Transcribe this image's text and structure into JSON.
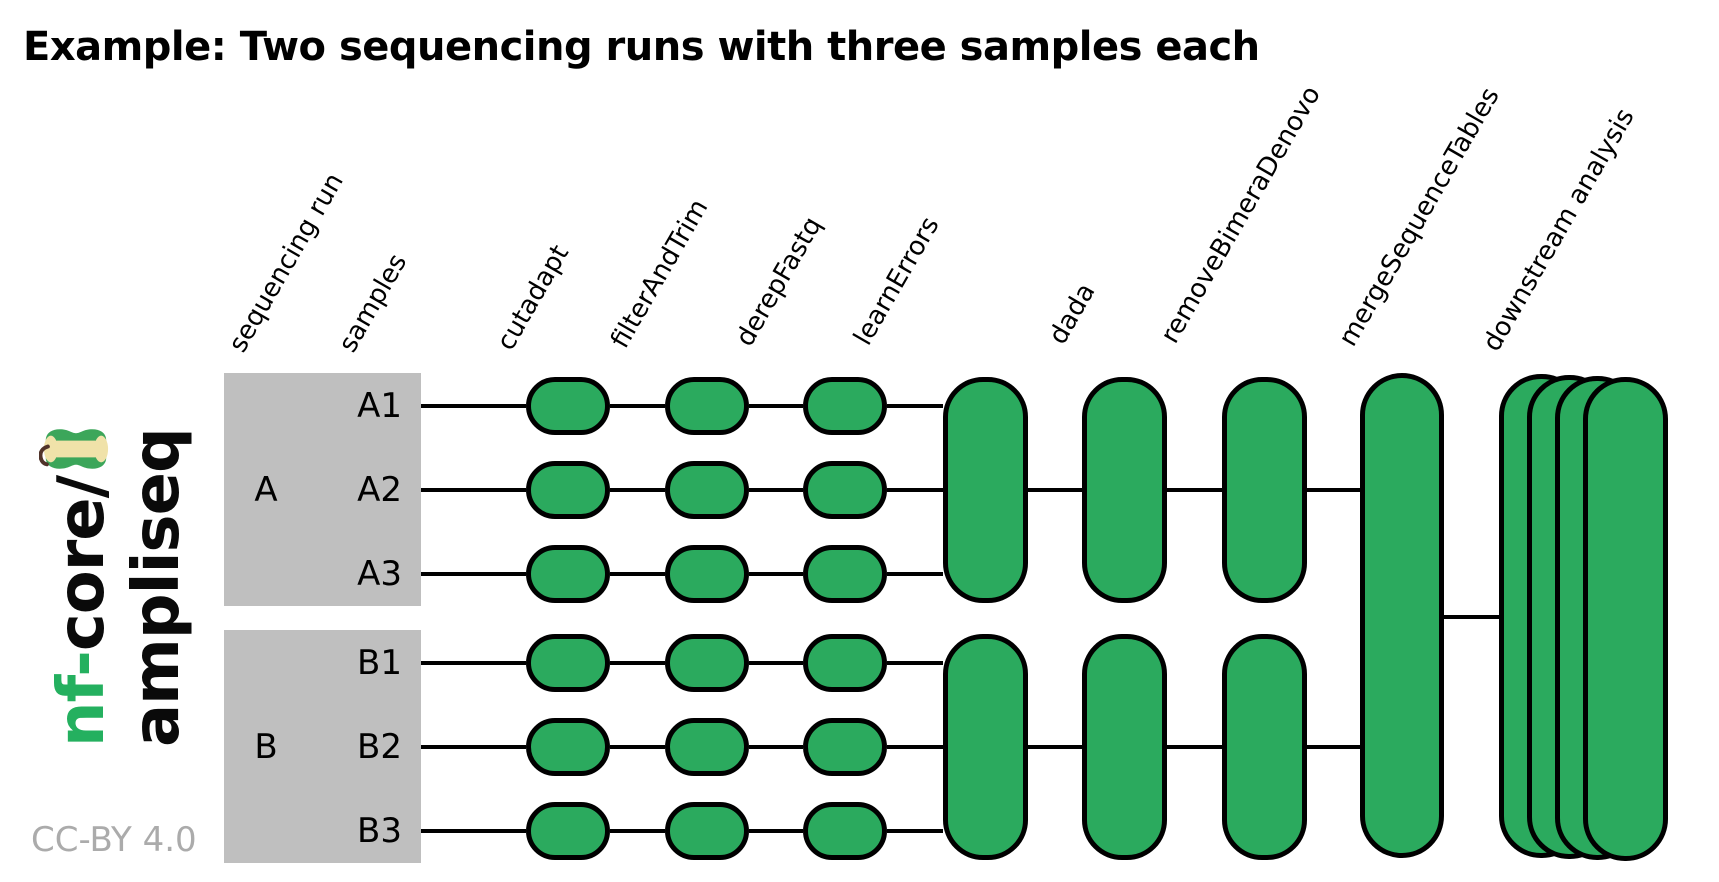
{
  "title": "Example: Two sequencing runs with three samples each",
  "license": "CC-BY 4.0",
  "logo": {
    "prefix": "nf-",
    "core": "core/",
    "pipeline": "ampliseq",
    "icon": "apple-core-icon"
  },
  "column_headers": [
    "sequencing run",
    "samples",
    "cutadapt",
    "filterAndTrim",
    "derepFastq",
    "learnErrors",
    "dada",
    "removeBimeraDenovo",
    "mergeSequenceTables",
    "downstream analysis"
  ],
  "runs": [
    {
      "id": "A",
      "samples": [
        "A1",
        "A2",
        "A3"
      ]
    },
    {
      "id": "B",
      "samples": [
        "B1",
        "B2",
        "B3"
      ]
    }
  ],
  "steps": [
    {
      "name": "cutadapt",
      "scope": "per-sample"
    },
    {
      "name": "filterAndTrim",
      "scope": "per-sample"
    },
    {
      "name": "derepFastq",
      "scope": "per-sample"
    },
    {
      "name": "learnErrors",
      "scope": "per-run"
    },
    {
      "name": "dada",
      "scope": "per-run"
    },
    {
      "name": "removeBimeraDenovo",
      "scope": "per-run"
    },
    {
      "name": "mergeSequenceTables",
      "scope": "merged"
    },
    {
      "name": "downstream analysis",
      "scope": "merged-stack",
      "stack_count": 4
    }
  ],
  "colors": {
    "pill_green": "#2BAA5E",
    "box_gray": "#BFBFBF",
    "license_gray": "#ABABAB",
    "brand_green": "#24B05F",
    "apple_green": "#3CA65A",
    "apple_cream": "#F0E2A9",
    "apple_stem": "#50332A",
    "stroke": "#000000"
  }
}
